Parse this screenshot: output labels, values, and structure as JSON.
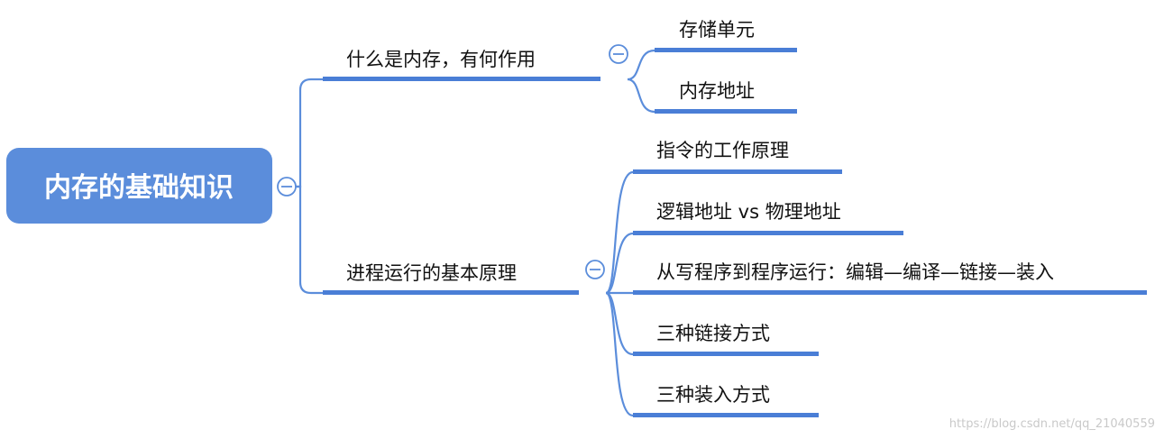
{
  "mindmap": {
    "root": {
      "label": "内存的基础知识"
    },
    "branches": [
      {
        "label": "什么是内存，有何作用",
        "children": [
          {
            "label": "存储单元"
          },
          {
            "label": "内存地址"
          }
        ]
      },
      {
        "label": "进程运行的基本原理",
        "children": [
          {
            "label": "指令的工作原理"
          },
          {
            "label": "逻辑地址 vs 物理地址"
          },
          {
            "label": "从写程序到程序运行：编辑—编译—链接—装入"
          },
          {
            "label": "三种链接方式"
          },
          {
            "label": "三种装入方式"
          }
        ]
      }
    ]
  },
  "colors": {
    "accent": "#5B8DDB",
    "underline": "#4A7ED6",
    "text": "#111111",
    "root_text": "#ffffff"
  },
  "icons": {
    "collapse": "minus-circle-icon"
  },
  "watermark": "https://blog.csdn.net/qq_21040559"
}
